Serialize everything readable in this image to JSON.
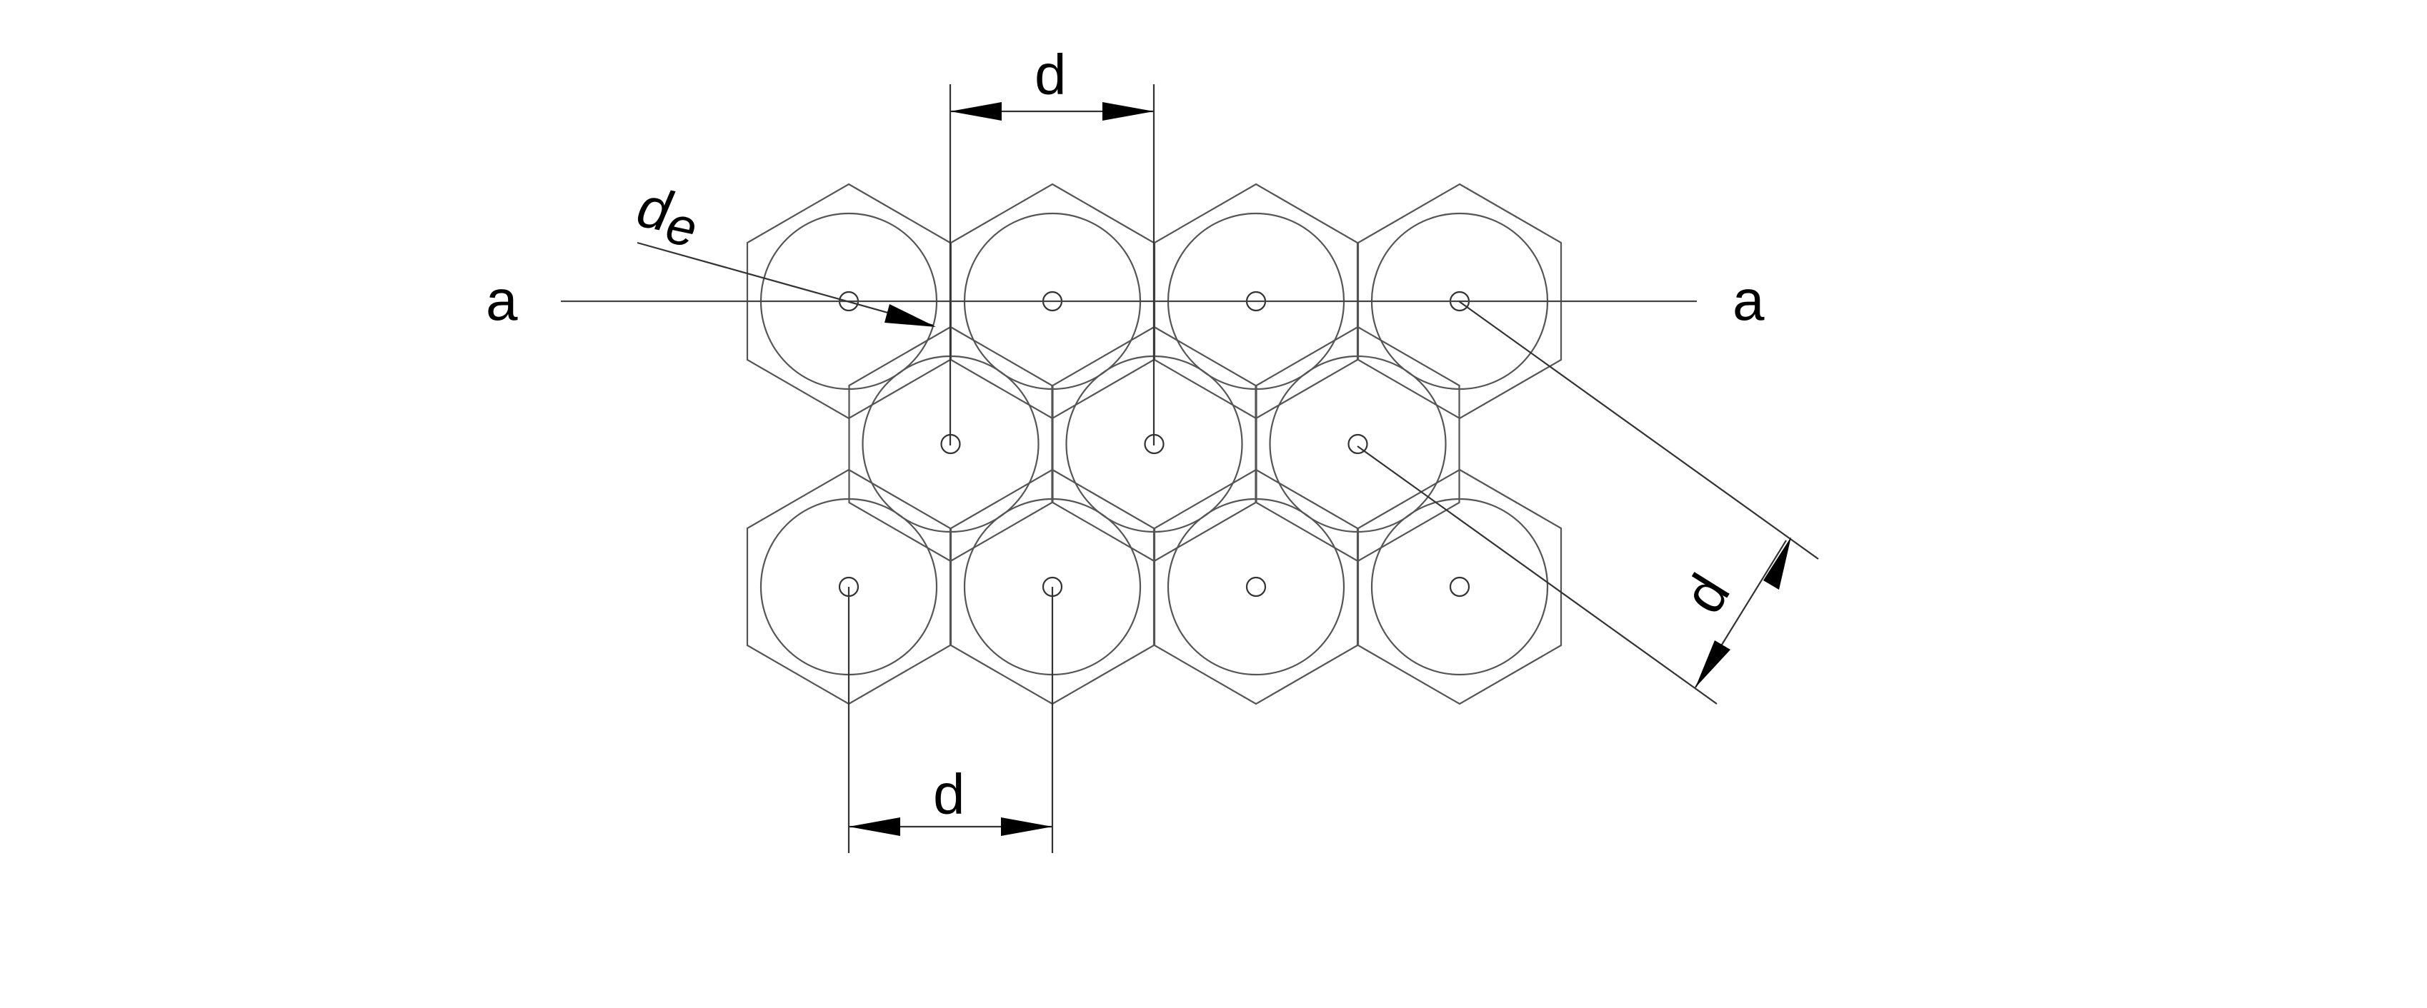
{
  "labels": {
    "section_left": "a",
    "section_right": "a",
    "pitch_top": "d",
    "pitch_bottom": "d",
    "pitch_diagonal": "d",
    "equivalent_diameter_base": "d",
    "equivalent_diameter_sub": "e"
  },
  "lattice": {
    "rows": 3,
    "columns": 4,
    "row_offsets": [
      0,
      0.5,
      0
    ],
    "row_counts": [
      4,
      3,
      4
    ]
  }
}
